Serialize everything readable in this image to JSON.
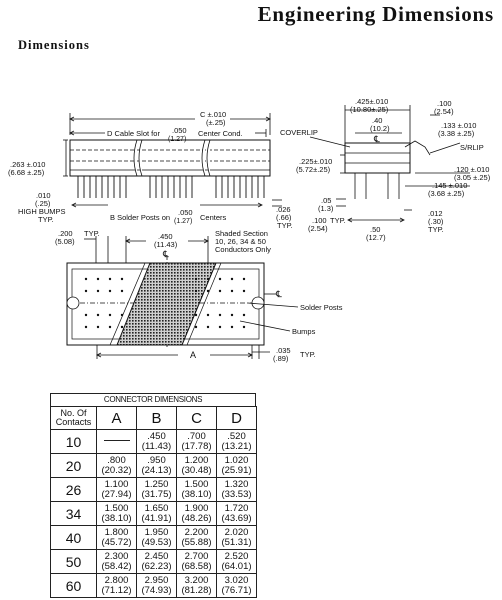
{
  "header": {
    "title": "Engineering Dimensions"
  },
  "section": {
    "heading": "Dimensions"
  },
  "diagram": {
    "c_dim": "C ±.010",
    "c_tol": "(±.25)",
    "d_label": "D Cable Slot for",
    "d_pitch": ".050",
    "d_pitch_mm": "(1.27)",
    "d_center": "Center Cond.",
    "height_dim": ".263 ±.010",
    "height_mm": "(6.68 ±.25)",
    "bump_dim": ".010",
    "bump_mm": "(.25)",
    "high_bumps": "HIGH BUMPS",
    "typ": "TYP.",
    "b_label": "B Solder Posts on",
    "b_pitch": ".050",
    "b_pitch_mm": "(1.27)",
    "b_centers": "Centers",
    "post_dim": ".026",
    "post_mm": "(.66)",
    "end_width": ".425±.010",
    "end_width_mm": "(10.80±.25)",
    "end_inner": ".40",
    "end_inner_mm": "(10.2)",
    "end_right": ".100",
    "end_right_mm": "(2.54)",
    "coverlip": "COVERLIP",
    "srlip": "S/RLIP",
    "end_dim1": ".133 ±.010",
    "end_dim1_mm": "(3.38 ±.25)",
    "end_height": ".225±.010",
    "end_height_mm": "(5.72±.25)",
    "end_right_height": ".120 ±.010",
    "end_right_height_mm": "(3.05 ±.25)",
    "end_145": ".145 ±.010",
    "end_145_mm": "(3.68 ±.25)",
    "pitch_05": ".05",
    "pitch_05_mm": "(1.3)",
    "d_100": ".100",
    "d_100_mm": "(2.54)",
    "d_012": ".012",
    "d_012_mm": "(.30)",
    "d_050": ".50",
    "d_050_mm": "(12.7)",
    "top_200": ".200",
    "top_200_mm": "(5.08)",
    "top_450": ".450",
    "top_450_mm": "(11.43)",
    "shaded_note_1": "Shaded Section",
    "shaded_note_2": "10, 26, 34 & 50",
    "shaded_note_3": "Conductors Only",
    "centerline": "℄",
    "solder_posts": "Solder Posts",
    "bumps": "Bumps",
    "a_label": "A",
    "d_035": ".035",
    "d_035_mm": "(.89)"
  },
  "table": {
    "title": "CONNECTOR DIMENSIONS",
    "headers": [
      "No. Of Contacts",
      "A",
      "B",
      "C",
      "D"
    ],
    "rows": [
      {
        "contacts": "10",
        "a": "",
        "a_mm": "",
        "b": ".450",
        "b_mm": "(11.43)",
        "c": ".700",
        "c_mm": "(17.78)",
        "d": ".520",
        "d_mm": "(13.21)"
      },
      {
        "contacts": "20",
        "a": ".800",
        "a_mm": "(20.32)",
        "b": ".950",
        "b_mm": "(24.13)",
        "c": "1.200",
        "c_mm": "(30.48)",
        "d": "1.020",
        "d_mm": "(25.91)"
      },
      {
        "contacts": "26",
        "a": "1.100",
        "a_mm": "(27.94)",
        "b": "1.250",
        "b_mm": "(31.75)",
        "c": "1.500",
        "c_mm": "(38.10)",
        "d": "1.320",
        "d_mm": "(33.53)"
      },
      {
        "contacts": "34",
        "a": "1.500",
        "a_mm": "(38.10)",
        "b": "1.650",
        "b_mm": "(41.91)",
        "c": "1.900",
        "c_mm": "(48.26)",
        "d": "1.720",
        "d_mm": "(43.69)"
      },
      {
        "contacts": "40",
        "a": "1.800",
        "a_mm": "(45.72)",
        "b": "1.950",
        "b_mm": "(49.53)",
        "c": "2.200",
        "c_mm": "(55.88)",
        "d": "2.020",
        "d_mm": "(51.31)"
      },
      {
        "contacts": "50",
        "a": "2.300",
        "a_mm": "(58.42)",
        "b": "2.450",
        "b_mm": "(62.23)",
        "c": "2.700",
        "c_mm": "(68.58)",
        "d": "2.520",
        "d_mm": "(64.01)"
      },
      {
        "contacts": "60",
        "a": "2.800",
        "a_mm": "(71.12)",
        "b": "2.950",
        "b_mm": "(74.93)",
        "c": "3.200",
        "c_mm": "(81.28)",
        "d": "3.020",
        "d_mm": "(76.71)"
      }
    ]
  }
}
